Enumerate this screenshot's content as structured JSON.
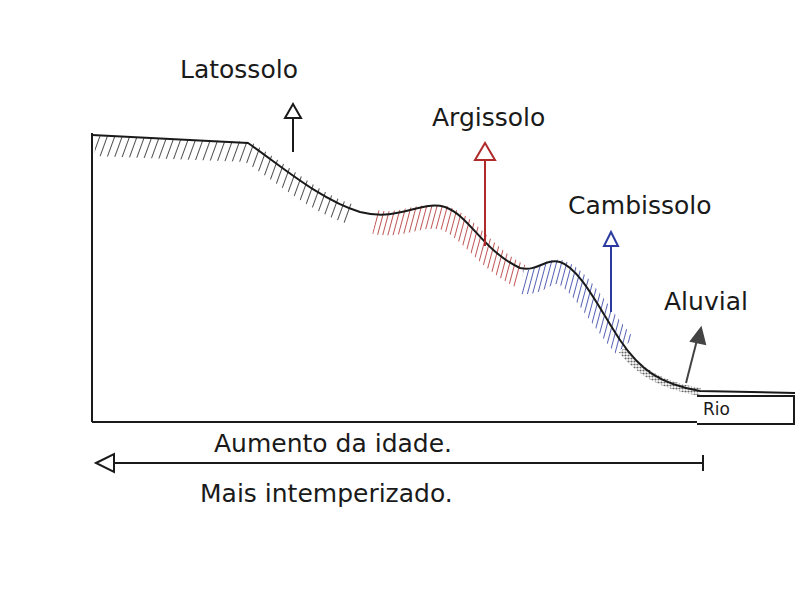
{
  "diagram": {
    "nodes": [
      {
        "text": [
          "Rio"
        ]
      }
    ],
    "labels": [
      "Latossolo",
      "Argissolo",
      "Cambissolo",
      "Aluvial",
      "Aumento da idade.",
      "Mais intemperizado."
    ]
  }
}
